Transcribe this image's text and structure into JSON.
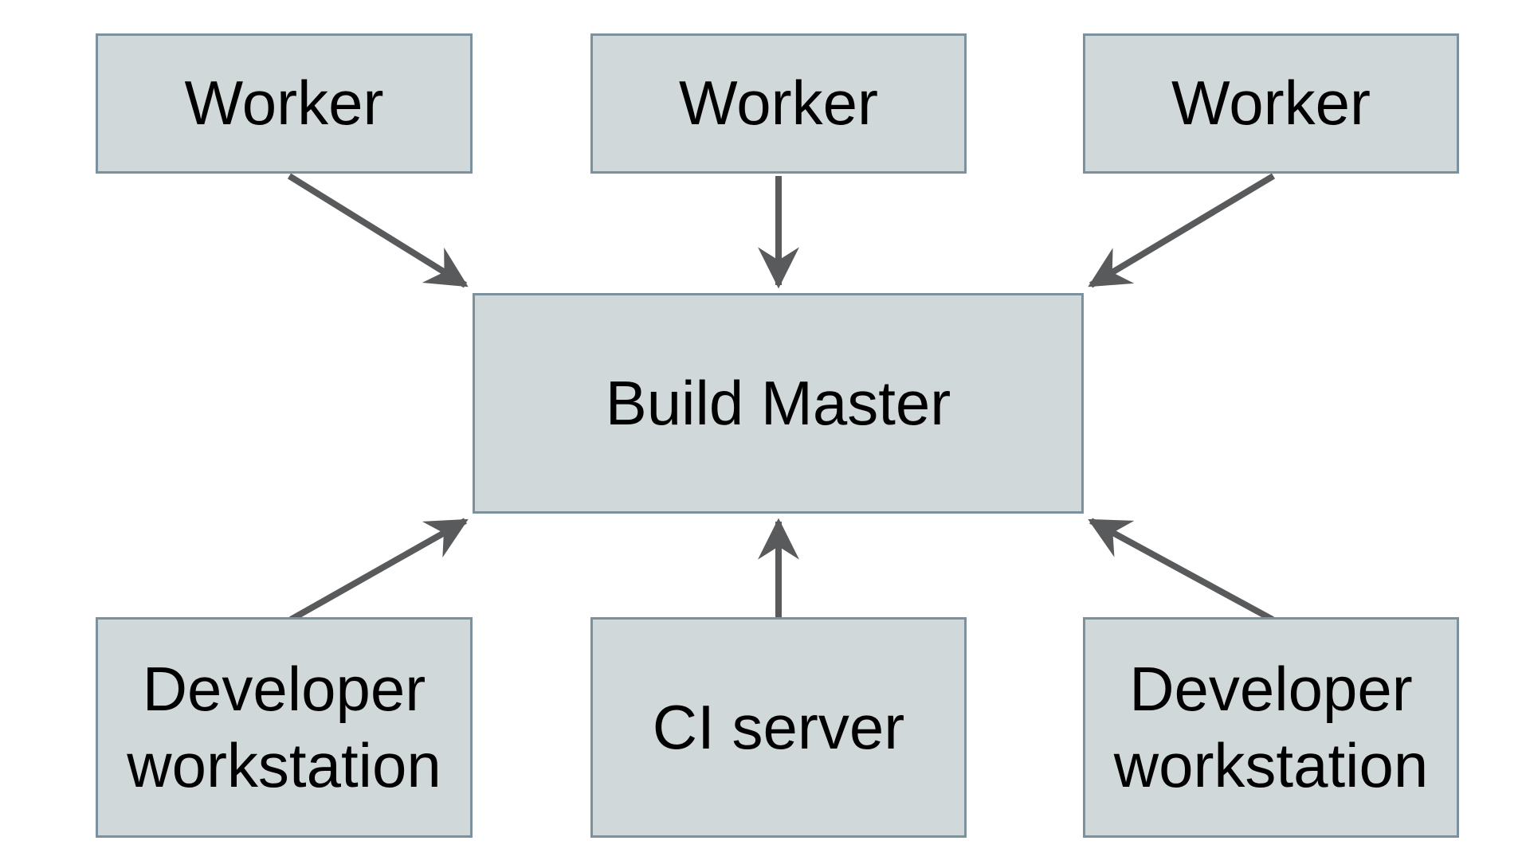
{
  "diagram": {
    "nodes": {
      "worker1": {
        "label": "Worker"
      },
      "worker2": {
        "label": "Worker"
      },
      "worker3": {
        "label": "Worker"
      },
      "build_master": {
        "label": "Build Master"
      },
      "dev_workstation_left": {
        "label": "Developer",
        "label_line2": "workstation"
      },
      "ci_server": {
        "label": "CI server"
      },
      "dev_workstation_right": {
        "label": "Developer",
        "label_line2": "workstation"
      }
    },
    "edges": [
      {
        "from": "worker1",
        "to": "build_master"
      },
      {
        "from": "worker2",
        "to": "build_master"
      },
      {
        "from": "worker3",
        "to": "build_master"
      },
      {
        "from": "dev_workstation_left",
        "to": "build_master"
      },
      {
        "from": "ci_server",
        "to": "build_master"
      },
      {
        "from": "dev_workstation_right",
        "to": "build_master"
      }
    ],
    "colors": {
      "node_fill": "#d1d8da",
      "node_border": "#7b929e",
      "arrow": "#595a5c",
      "text": "#000000",
      "background": "#ffffff"
    }
  }
}
